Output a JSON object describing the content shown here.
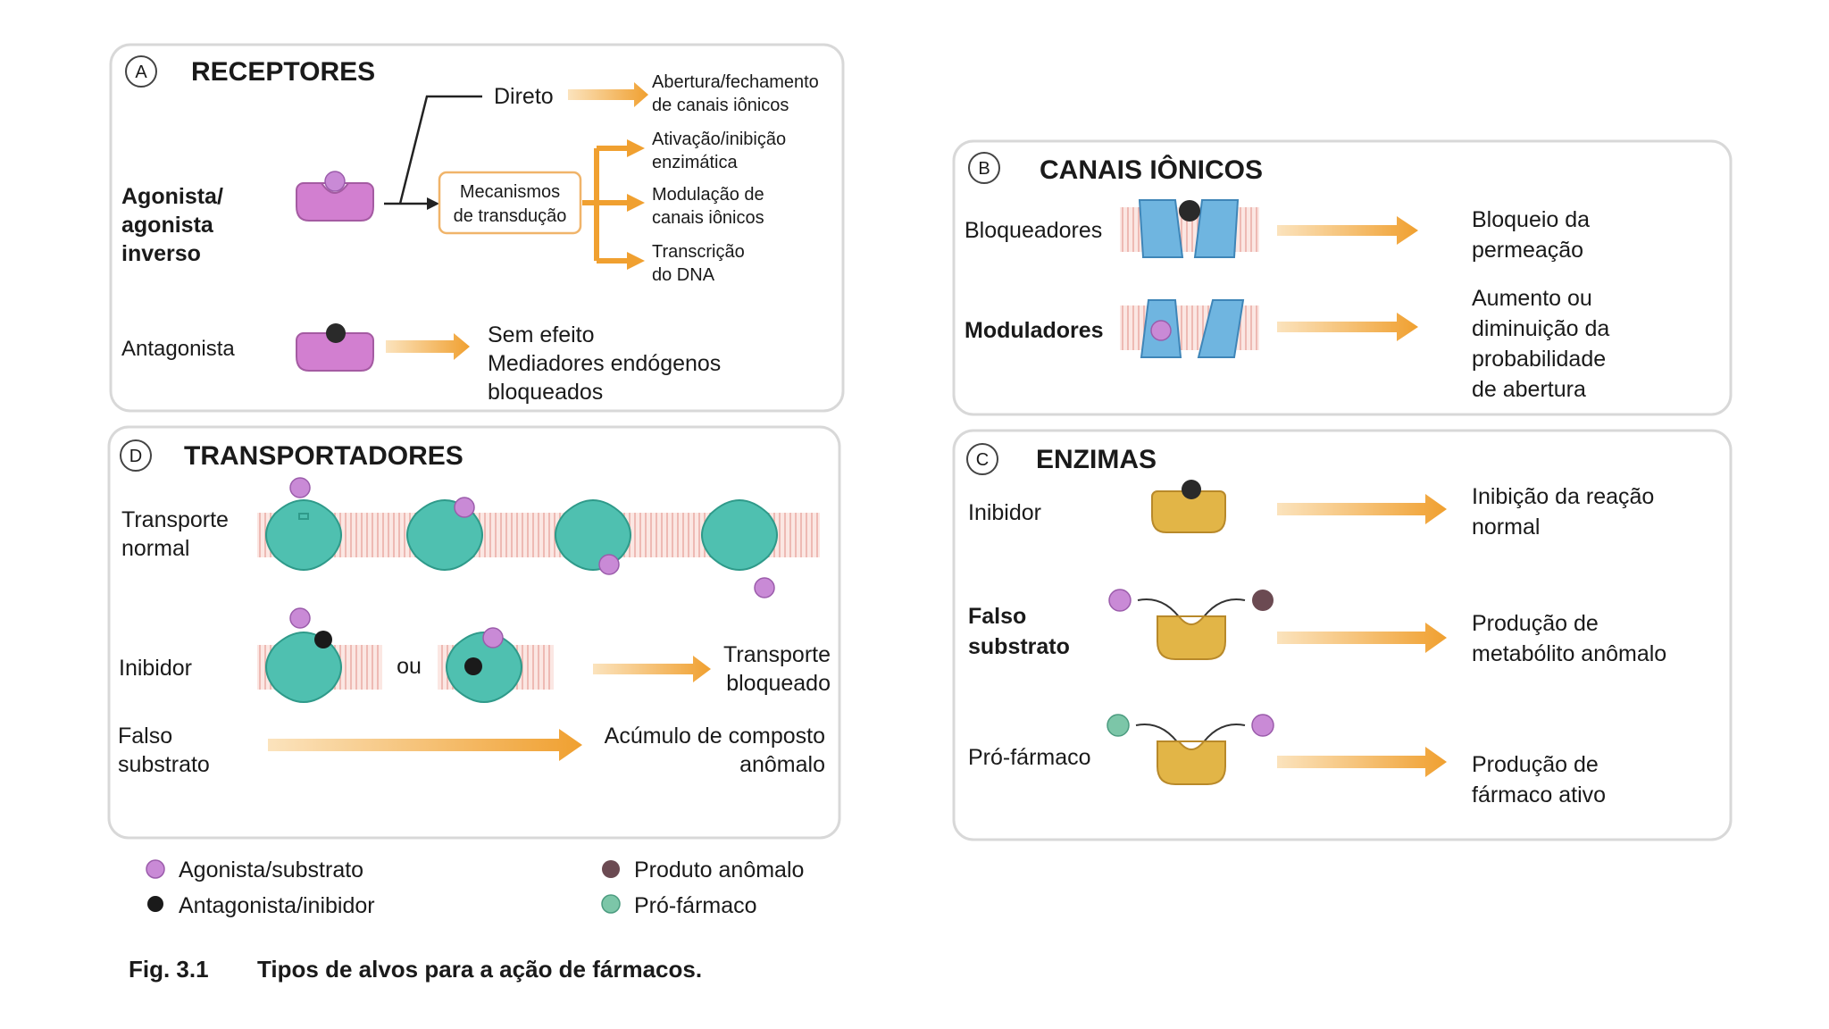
{
  "panels": {
    "a": {
      "letter": "A",
      "title": "RECEPTORES",
      "direct": "Direto",
      "out_ion_channels": [
        "Abertura/fechamento",
        "de canais iônicos"
      ],
      "out_enzymatic": [
        "Ativação/inibição",
        "enzimática"
      ],
      "out_modulation": [
        "Modulação de",
        "canais iônicos"
      ],
      "out_dna": [
        "Transcrição",
        "do DNA"
      ],
      "mechanisms": [
        "Mecanismos",
        "de transdução"
      ],
      "agonist": [
        "Agonista/",
        "agonista",
        "inverso"
      ],
      "antagonist": "Antagonista",
      "antagonist_effect": [
        "Sem efeito",
        "Mediadores endógenos",
        "bloqueados"
      ]
    },
    "b": {
      "letter": "B",
      "title": "CANAIS IÔNICOS",
      "blockers": "Bloqueadores",
      "blockers_effect": [
        "Bloqueio da",
        "permeação"
      ],
      "modulators": "Moduladores",
      "modulators_effect": [
        "Aumento ou",
        "diminuição da",
        "probabilidade",
        "de abertura"
      ]
    },
    "c": {
      "letter": "C",
      "title": "ENZIMAS",
      "inhibitor": "Inibidor",
      "inhibitor_effect": [
        "Inibição da reação",
        "normal"
      ],
      "false_substrate": [
        "Falso",
        "substrato"
      ],
      "false_substrate_effect": [
        "Produção de",
        "metabólito anômalo"
      ],
      "prodrug": "Pró-fármaco",
      "prodrug_effect": [
        "Produção de",
        "fármaco ativo"
      ]
    },
    "d": {
      "letter": "D",
      "title": "TRANSPORTADORES",
      "normal": [
        "Transporte",
        "normal"
      ],
      "inhibitor": "Inibidor",
      "or": "ou",
      "inhibitor_effect": [
        "Transporte",
        "bloqueado"
      ],
      "false_substrate": [
        "Falso",
        "substrato"
      ],
      "false_substrate_effect": [
        "Acúmulo de composto",
        "anômalo"
      ]
    }
  },
  "legend": {
    "agonist": "Agonista/substrato",
    "antagonist": "Antagonista/inibidor",
    "abnormal_product": "Produto anômalo",
    "prodrug": "Pró-fármaco"
  },
  "caption": {
    "label": "Fig. 3.1",
    "text": "Tipos de alvos para a ação de fármacos."
  },
  "colors": {
    "receptor": "#d27fd0",
    "agonist": "#c98ad6",
    "antagonist": "#2a2a2a",
    "channel": "#6fb5e0",
    "transporter": "#4fc0b0",
    "enzyme": "#e2b547",
    "arrow": "#f0a030",
    "membrane": "#f4c8c0",
    "abnormal": "#6b4a52",
    "prodrug": "#7cc6a8"
  }
}
